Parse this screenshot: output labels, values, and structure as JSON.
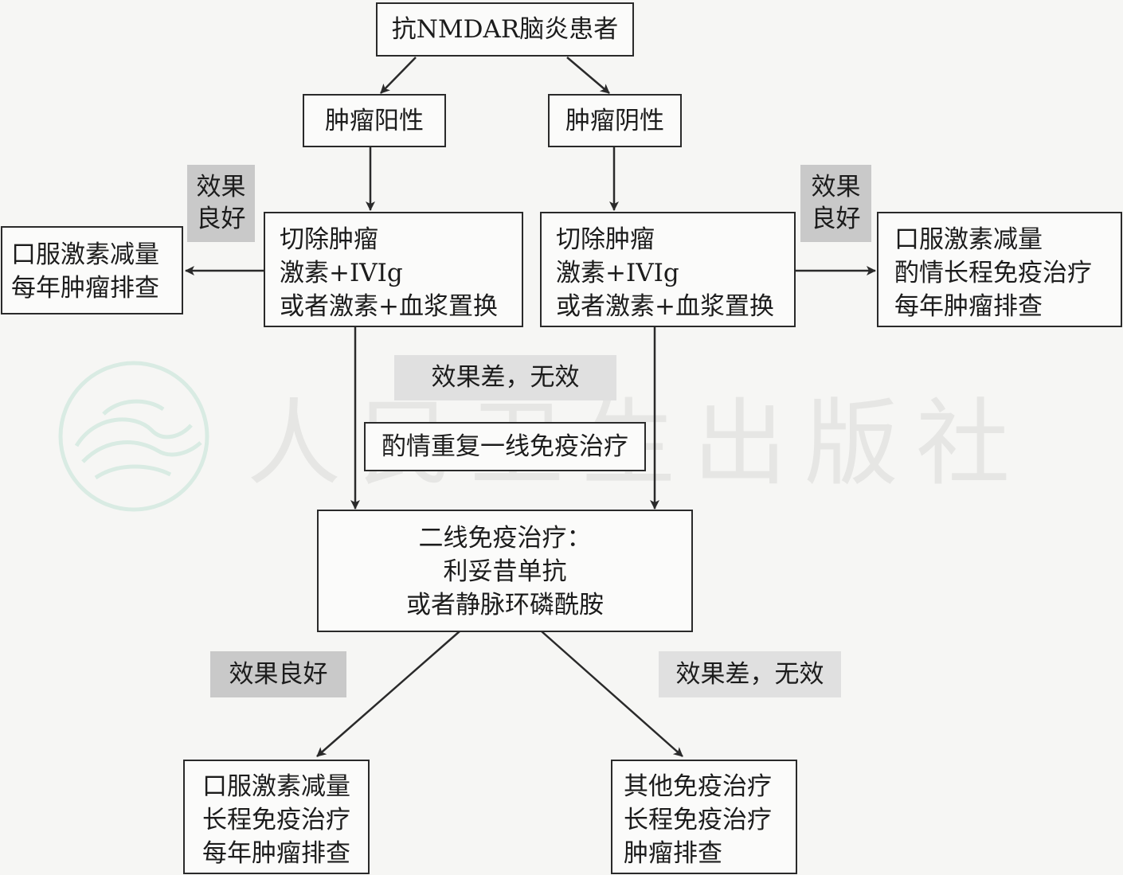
{
  "nodes": {
    "root": {
      "lines": [
        "抗NMDAR脑炎患者"
      ]
    },
    "tumor_positive": {
      "lines": [
        "肿瘤阳性"
      ]
    },
    "tumor_negative": {
      "lines": [
        "肿瘤阴性"
      ]
    },
    "treat_left": {
      "lines": [
        "切除肿瘤",
        "激素+IVIg",
        "或者激素+血浆置换"
      ]
    },
    "treat_right": {
      "lines": [
        "切除肿瘤",
        "激素+IVIg",
        "或者激素+血浆置换"
      ]
    },
    "outcome_left": {
      "lines": [
        "口服激素减量",
        "每年肿瘤排查"
      ]
    },
    "outcome_right": {
      "lines": [
        "口服激素减量",
        "酌情长程免疫治疗",
        "每年肿瘤排查"
      ]
    },
    "repeat_first_line": {
      "lines": [
        "酌情重复一线免疫治疗"
      ]
    },
    "second_line": {
      "lines": [
        "二线免疫治疗：",
        "利妥昔单抗",
        "或者静脉环磷酰胺"
      ]
    },
    "final_good": {
      "lines": [
        "口服激素减量",
        "长程免疫治疗",
        "每年肿瘤排查"
      ]
    },
    "final_poor": {
      "lines": [
        "其他免疫治疗",
        "长程免疫治疗",
        "肿瘤排查"
      ]
    }
  },
  "labels": {
    "good_left": {
      "lines": [
        "效果",
        "良好"
      ]
    },
    "good_right": {
      "lines": [
        "效果",
        "良好"
      ]
    },
    "poor_middle": {
      "lines": [
        "效果差，无效"
      ]
    },
    "good_bottom": {
      "lines": [
        "效果良好"
      ]
    },
    "poor_bottom": {
      "lines": [
        "效果差，无效"
      ]
    }
  },
  "watermark": {
    "text": "人民卫生出版社"
  },
  "colors": {
    "line": "#2a2a2a",
    "tag_dark": "#c9c9c9",
    "tag_light": "#e0e0e0",
    "watermark": "#d9ebe3"
  }
}
